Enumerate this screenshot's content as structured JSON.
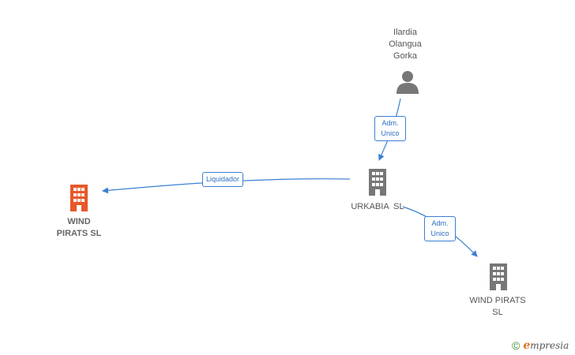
{
  "nodes": {
    "wind_pirats_main": {
      "label": "WIND\nPIRATS SL",
      "icon": "building-icon",
      "color": "#e8582a"
    },
    "urkabia": {
      "label": "URKABIA  SL",
      "icon": "building-icon",
      "color": "#777777"
    },
    "wind_pirats_sub": {
      "label": "WIND PIRATS\nSL",
      "icon": "building-icon",
      "color": "#777777"
    },
    "person": {
      "label": "Ilardia\nOlangua\nGorka",
      "icon": "person-icon",
      "color": "#777777"
    }
  },
  "edges": {
    "person_to_urkabia": {
      "label": "Adm.\nUnico"
    },
    "urkabia_to_wind_main": {
      "label": "Liquidador"
    },
    "urkabia_to_wind_sub": {
      "label": "Adm.\nUnico"
    }
  },
  "colors": {
    "edge": "#3b7fd4"
  },
  "brand": {
    "copyright": "©",
    "e": "e",
    "rest": "mpresia"
  }
}
